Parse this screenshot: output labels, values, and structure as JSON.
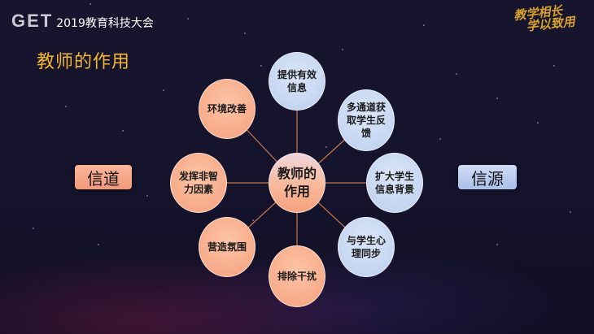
{
  "header": {
    "logo_mark": "GET",
    "conference": "2019教育科技大会",
    "slogan_line1": "教学相长",
    "slogan_line2": "学以致用"
  },
  "slide": {
    "title": "教师的作用"
  },
  "diagram": {
    "center": {
      "label": "教师的作用",
      "line1": "教师的",
      "line2": "作用",
      "color": "#f6a07e"
    },
    "nodes": [
      {
        "id": "top",
        "label": "提供有效信息",
        "lines": [
          "提供有效",
          "信息"
        ],
        "group": "信源",
        "color": "#bccfef"
      },
      {
        "id": "top-right",
        "label": "多通道获取学生反馈",
        "lines": [
          "多通道获",
          "取学生反",
          "馈"
        ],
        "group": "信源",
        "color": "#bccfef"
      },
      {
        "id": "right",
        "label": "扩大学生信息背景",
        "lines": [
          "扩大学生",
          "信息背景"
        ],
        "group": "信源",
        "color": "#bccfef"
      },
      {
        "id": "bottom-right",
        "label": "与学生心理同步",
        "lines": [
          "与学生心",
          "理同步"
        ],
        "group": "信源",
        "color": "#bccfef"
      },
      {
        "id": "bottom",
        "label": "排除干扰",
        "lines": [
          "排除干扰"
        ],
        "group": "信道",
        "color": "#f6a07e"
      },
      {
        "id": "bottom-left",
        "label": "营造氛围",
        "lines": [
          "营造氛围"
        ],
        "group": "信道",
        "color": "#f6a07e"
      },
      {
        "id": "left",
        "label": "发挥非智力因素",
        "lines": [
          "发挥非智",
          "力因素"
        ],
        "group": "信道",
        "color": "#f6a07e"
      },
      {
        "id": "top-left",
        "label": "环境改善",
        "lines": [
          "环境改善"
        ],
        "group": "信道",
        "color": "#f6a07e"
      }
    ],
    "left_tag": {
      "label": "信道",
      "color": "#f6a07e"
    },
    "right_tag": {
      "label": "信源",
      "color": "#bccfef"
    },
    "connector_color": "#c9774f"
  }
}
